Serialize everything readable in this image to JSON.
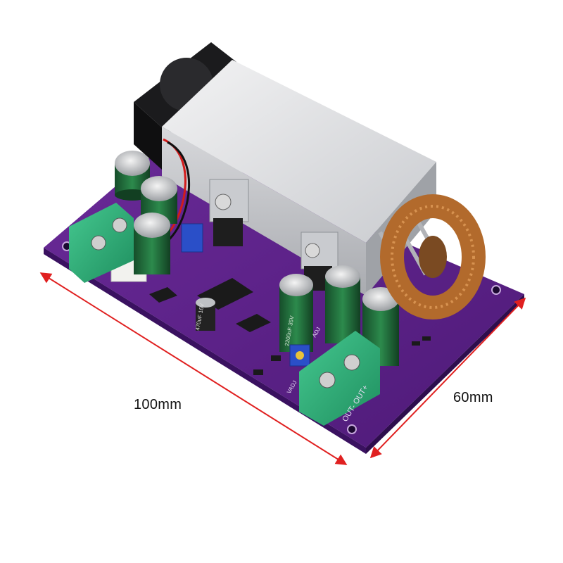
{
  "dimensions": {
    "length_label": "100mm",
    "width_label": "60mm"
  },
  "silkscreen": {
    "output_labels": "OUT-  OUT+",
    "input_cap_marking": "470uF 16V",
    "pot_label": "VADJ",
    "pot_label_2": "ADJ",
    "output_cap_marking": "2200uF 35V"
  },
  "colors": {
    "pcb": "#5b1f86",
    "terminal": "#2fb07a",
    "heatsink": "#dcdde0",
    "capacitor": "#1f6b3a",
    "inductor": "#c57a3a",
    "dimension_arrows": "#e02020"
  }
}
